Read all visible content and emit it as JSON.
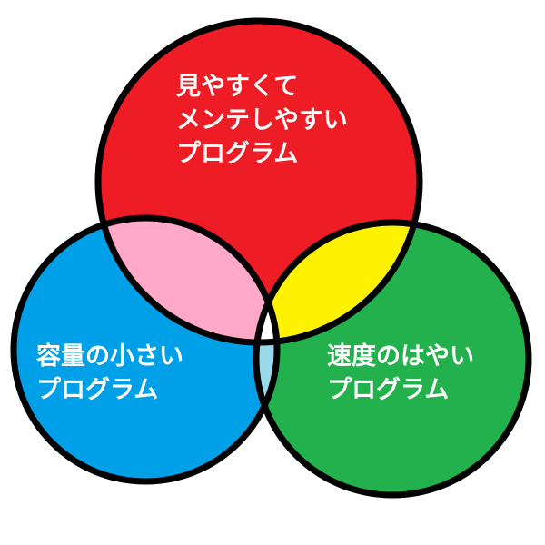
{
  "sets": {
    "top": {
      "lines": [
        "見やすくて",
        "メンテしやすい",
        "プログラム"
      ],
      "color": "#ee1c25"
    },
    "left": {
      "lines": [
        "容量の小さい",
        "プログラム"
      ],
      "color": "#00a0e9"
    },
    "right": {
      "lines": [
        "速度のはやい",
        "プログラム"
      ],
      "color": "#22b14c"
    }
  },
  "overlaps": {
    "top_left": "#ffa8c8",
    "top_right": "#fff200",
    "left_right": "#99d9ea",
    "center": "#ffffff"
  },
  "outline_color": "#000000"
}
